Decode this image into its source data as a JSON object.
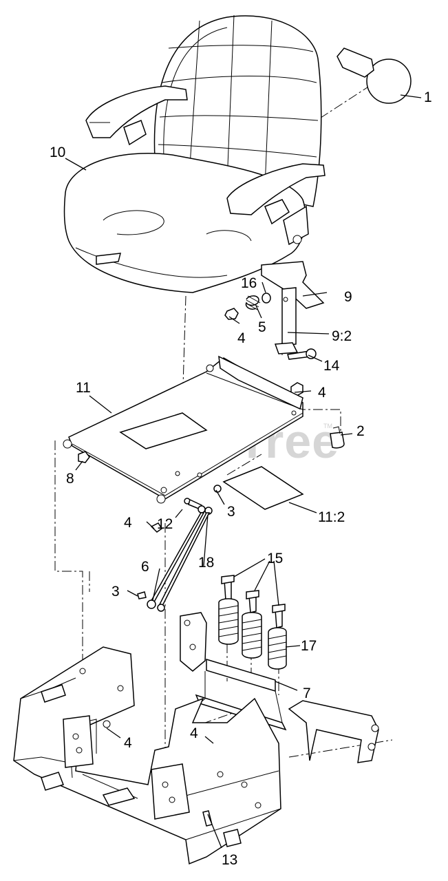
{
  "watermark": {
    "text": "PartsTree",
    "trademark": "TM"
  },
  "callouts": {
    "c1": "1",
    "c2": "2",
    "c3a": "3",
    "c3b": "3",
    "c4a": "4",
    "c4b": "4",
    "c4c": "4",
    "c4d": "4",
    "c4e": "4",
    "c5": "5",
    "c6": "6",
    "c7": "7",
    "c8": "8",
    "c9": "9",
    "c9_2": "9:2",
    "c10": "10",
    "c11": "11",
    "c11_2": "11:2",
    "c12": "12",
    "c13": "13",
    "c14": "14",
    "c15": "15",
    "c16": "16",
    "c17": "17",
    "c18": "18"
  }
}
